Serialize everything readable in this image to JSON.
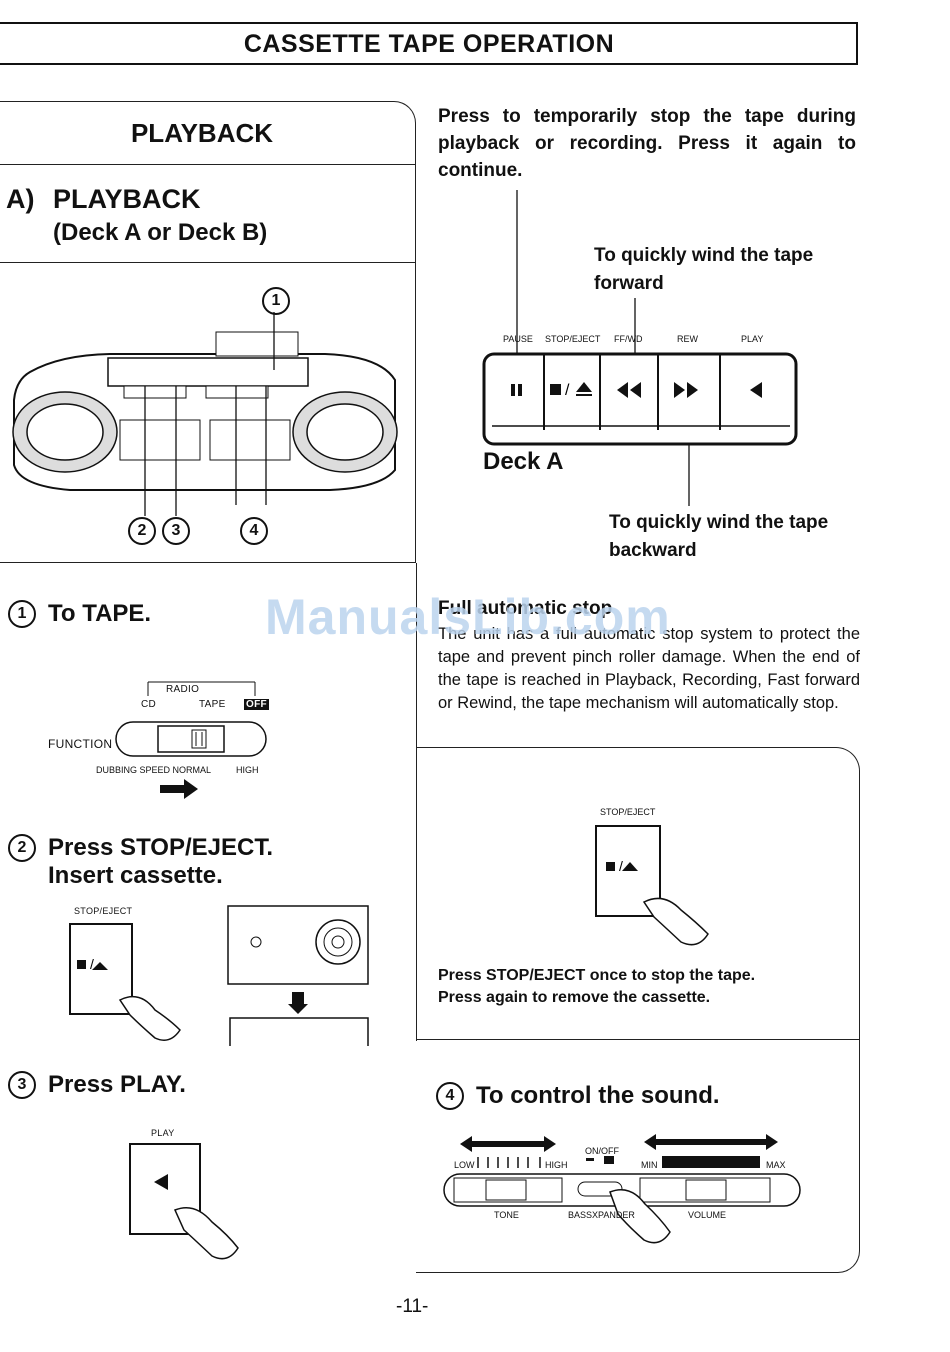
{
  "header": {
    "title": "CASSETTE TAPE OPERATION"
  },
  "playback": {
    "title": "PLAYBACK",
    "section_a_label": "A)",
    "section_a_title": "PLAYBACK",
    "section_a_sub": "(Deck A or Deck B)",
    "callouts": [
      "1",
      "2",
      "3",
      "4"
    ]
  },
  "steps": {
    "step1": {
      "num": "1",
      "text": "To TAPE."
    },
    "step2": {
      "num": "2",
      "line1": "Press STOP/EJECT.",
      "line2": "Insert cassette."
    },
    "step3": {
      "num": "3",
      "text": "Press PLAY."
    },
    "step4": {
      "num": "4",
      "text": "To control the sound."
    }
  },
  "function_switch": {
    "radio": "RADIO",
    "cd": "CD",
    "tape": "TAPE",
    "off": "OFF",
    "function": "FUNCTION",
    "dubbing": "DUBBING SPEED NORMAL",
    "high": "HIGH"
  },
  "pause_desc": "Press to temporarily stop the tape during playback or recording. Press it again to continue.",
  "deck": {
    "label": "Deck A",
    "forward_desc": "To quickly wind the tape forward",
    "backward_desc": "To quickly wind the tape backward",
    "buttons": [
      "PAUSE",
      "STOP/EJECT",
      "FF/WD",
      "REW",
      "PLAY"
    ]
  },
  "auto_stop": {
    "title": "Full automatic stop",
    "text": "The unit has a full automatic stop system to protect the tape and prevent pinch roller damage. When the end of the tape is reached in Playback, Recording, Fast forward or Rewind, the tape mechanism will automatically stop."
  },
  "stop_eject": {
    "label": "STOP/EJECT",
    "line1": "Press STOP/EJECT once to stop the tape.",
    "line2": "Press again to remove the cassette."
  },
  "play_label": "PLAY",
  "sound": {
    "onoff": "ON/OFF",
    "low": "LOW",
    "high": "HIGH",
    "min": "MIN",
    "max": "MAX",
    "tone": "TONE",
    "bass": "BASSXPANDER",
    "volume": "VOLUME"
  },
  "watermark": "ManualsLib.com",
  "page_number": "-11-"
}
